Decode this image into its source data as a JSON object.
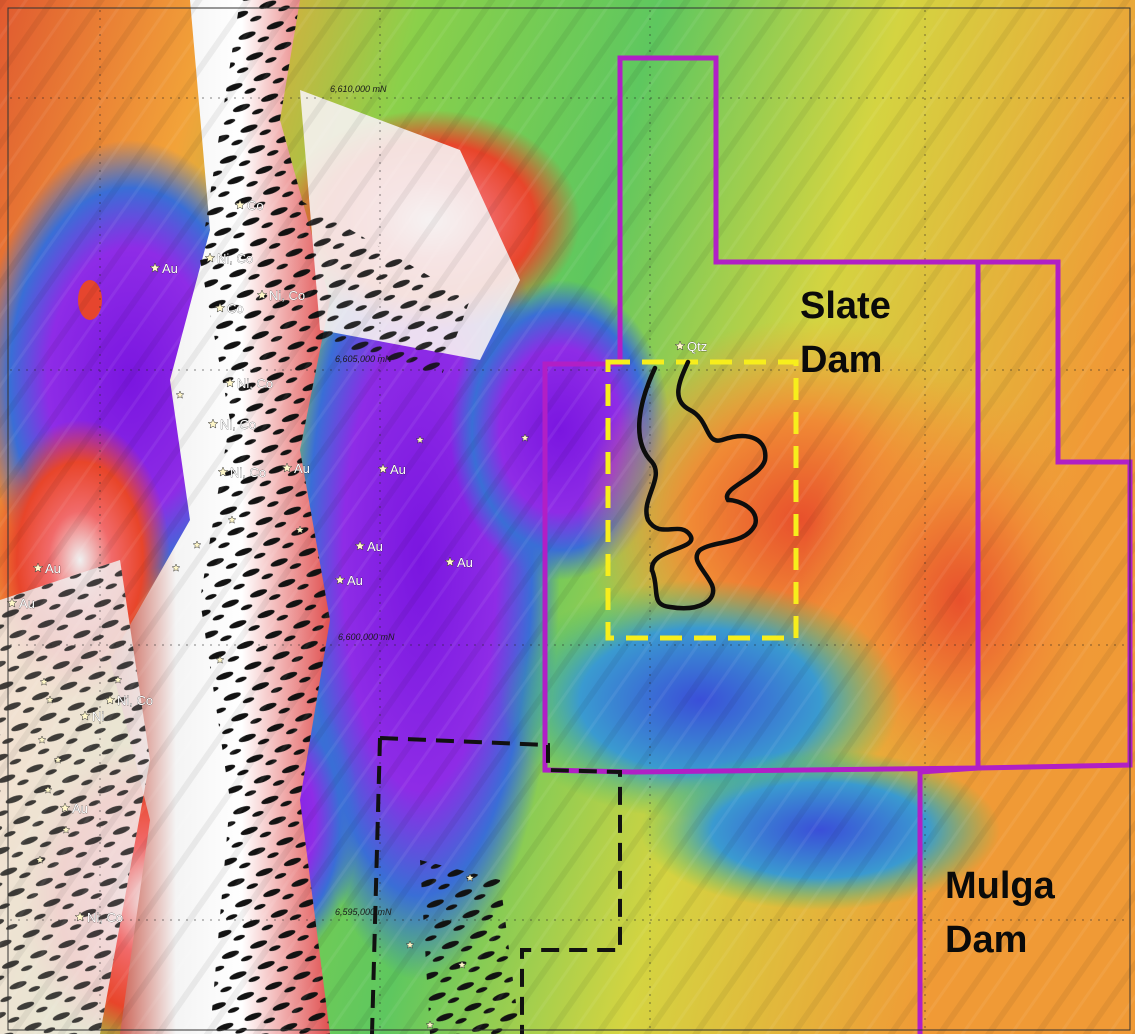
{
  "grid_labels": [
    "6,610,000 mN",
    "6,605,000 mN",
    "6,600,000 mN",
    "6,595,000 mN"
  ],
  "regions": [
    {
      "name_line1": "Slate",
      "name_line2": "Dam",
      "color": "#b11fc6"
    },
    {
      "name_line1": "Mulga",
      "name_line2": "Dam",
      "color": "#b11fc6"
    }
  ],
  "target_box_color": "#f7ee1c",
  "historic_box_color": "#111111",
  "occurrences": [
    {
      "label": "Co"
    },
    {
      "label": "Au"
    },
    {
      "label": "Ni, Co"
    },
    {
      "label": "Ni, Co"
    },
    {
      "label": "Co"
    },
    {
      "label": "Ni, Co"
    },
    {
      "label": "Ni, Co"
    },
    {
      "label": "Ni, Co"
    },
    {
      "label": "Au"
    },
    {
      "label": "Au"
    },
    {
      "label": "Au"
    },
    {
      "label": "Au"
    },
    {
      "label": "Au"
    },
    {
      "label": "Au"
    },
    {
      "label": "Au"
    },
    {
      "label": "Ni, Co"
    },
    {
      "label": "Ni"
    },
    {
      "label": "Au"
    },
    {
      "label": "Ni, Co"
    },
    {
      "label": "Qtz"
    }
  ],
  "colors": {
    "hot": "#e8402a",
    "warm": "#f59b2a",
    "mid": "#c9d63a",
    "cool": "#3bc46a",
    "cold": "#2f79d8",
    "deep": "#8a1fe0",
    "white": "#ffffff",
    "black": "#111111"
  }
}
